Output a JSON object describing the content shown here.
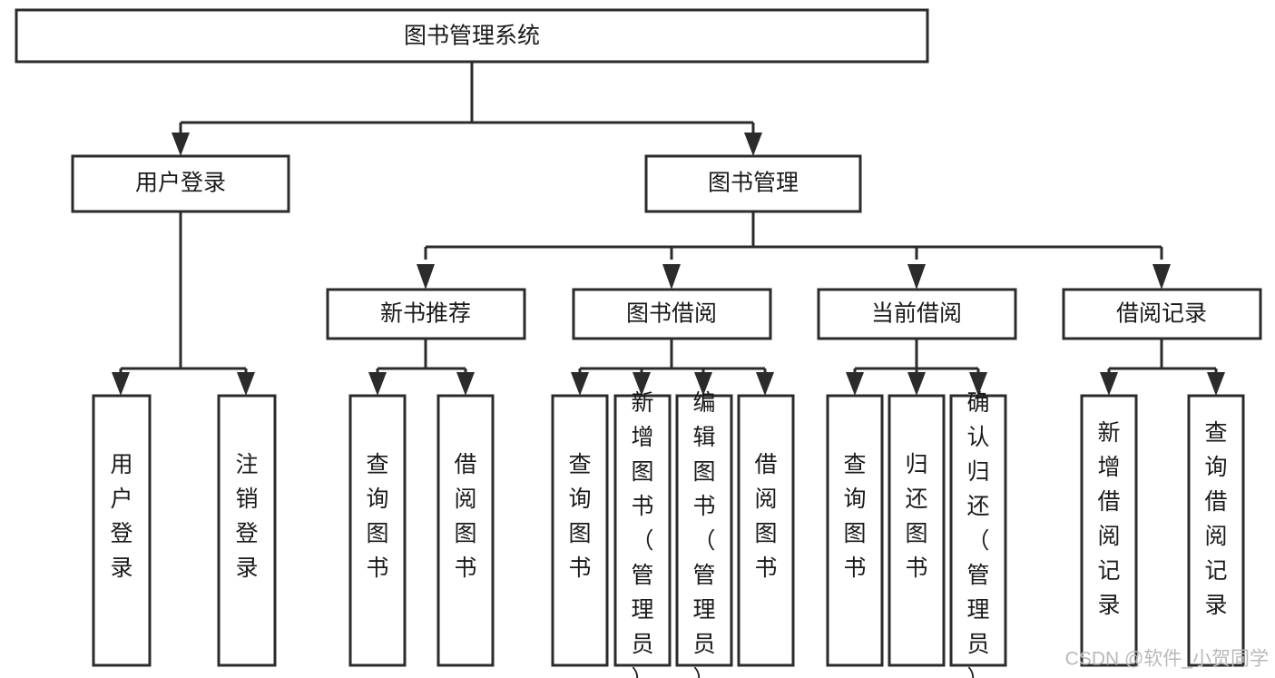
{
  "diagram": {
    "type": "tree-hierarchy",
    "title": "图书管理系统",
    "orientation": "top-down",
    "colors": {
      "box_stroke": "#2b2b2b",
      "box_fill": "#ffffff",
      "text": "#1a1a1a",
      "connector": "#2b2b2b",
      "watermark": "#b9b9b9",
      "background": "#ffffff"
    },
    "levels": {
      "root": {
        "label": "图书管理系统"
      },
      "level2": [
        {
          "id": "user-login",
          "label": "用户登录"
        },
        {
          "id": "book-management",
          "label": "图书管理"
        }
      ],
      "level3": [
        {
          "id": "new-book-recommend",
          "label": "新书推荐",
          "parent": "book-management"
        },
        {
          "id": "book-borrow",
          "label": "图书借阅",
          "parent": "book-management"
        },
        {
          "id": "current-borrow",
          "label": "当前借阅",
          "parent": "book-management"
        },
        {
          "id": "borrow-record",
          "label": "借阅记录",
          "parent": "book-management"
        }
      ],
      "leaves": [
        {
          "id": "leaf-user-login",
          "label": "用户登录",
          "parent": "user-login"
        },
        {
          "id": "leaf-logout-login",
          "label": "注销登录",
          "parent": "user-login"
        },
        {
          "id": "leaf-query-book-1",
          "label": "查询图书",
          "parent": "new-book-recommend"
        },
        {
          "id": "leaf-borrow-book-1",
          "label": "借阅图书",
          "parent": "new-book-recommend"
        },
        {
          "id": "leaf-query-book-2",
          "label": "查询图书",
          "parent": "book-borrow"
        },
        {
          "id": "leaf-add-book-admin",
          "label": "新增图书（管理员）",
          "parent": "book-borrow"
        },
        {
          "id": "leaf-edit-book-admin",
          "label": "编辑图书（管理员）",
          "parent": "book-borrow"
        },
        {
          "id": "leaf-borrow-book-2",
          "label": "借阅图书",
          "parent": "book-borrow"
        },
        {
          "id": "leaf-query-book-3",
          "label": "查询图书",
          "parent": "current-borrow"
        },
        {
          "id": "leaf-return-book",
          "label": "归还图书",
          "parent": "current-borrow"
        },
        {
          "id": "leaf-confirm-return-admin",
          "label": "确认归还（管理员）",
          "parent": "current-borrow"
        },
        {
          "id": "leaf-add-borrow-record",
          "label": "新增借阅记录",
          "parent": "borrow-record"
        },
        {
          "id": "leaf-query-borrow-record",
          "label": "查询借阅记录",
          "parent": "borrow-record"
        }
      ]
    }
  },
  "watermark": {
    "text": "CSDN @软件_小贺同学"
  }
}
